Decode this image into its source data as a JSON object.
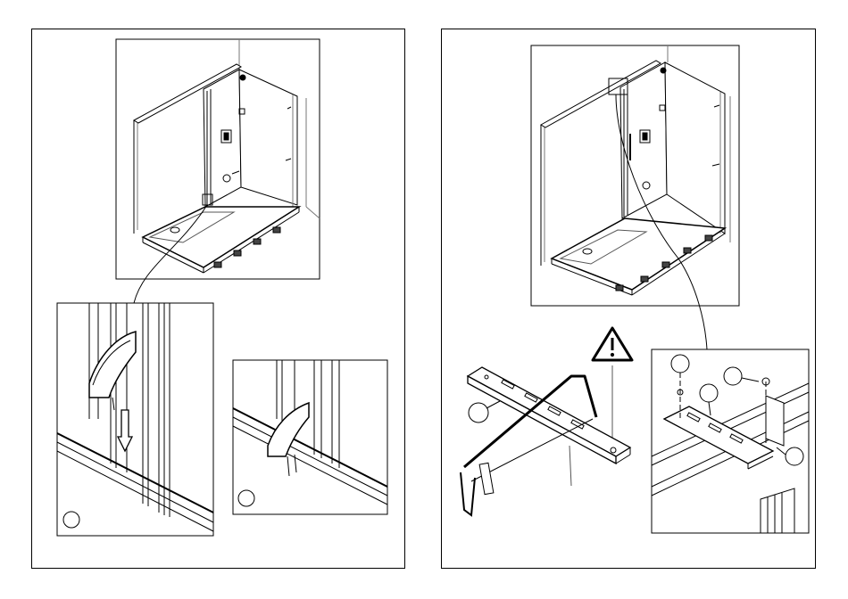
{
  "document": {
    "type": "installation-instructions",
    "pages": [
      {
        "id": "left",
        "panels": [
          "overview-shower-enclosure",
          "detail-clip-insert",
          "detail-clip-installed"
        ],
        "step_markers": 2
      },
      {
        "id": "right",
        "panels": [
          "overview-shower-enclosure",
          "cutting-profile-with-hacksaw",
          "detail-bracket-fixing"
        ],
        "warning_icon": "warning-triangle-icon",
        "step_markers": 4
      }
    ]
  },
  "colors": {
    "line": "#000000",
    "background": "#ffffff",
    "light_line": "#777777"
  }
}
